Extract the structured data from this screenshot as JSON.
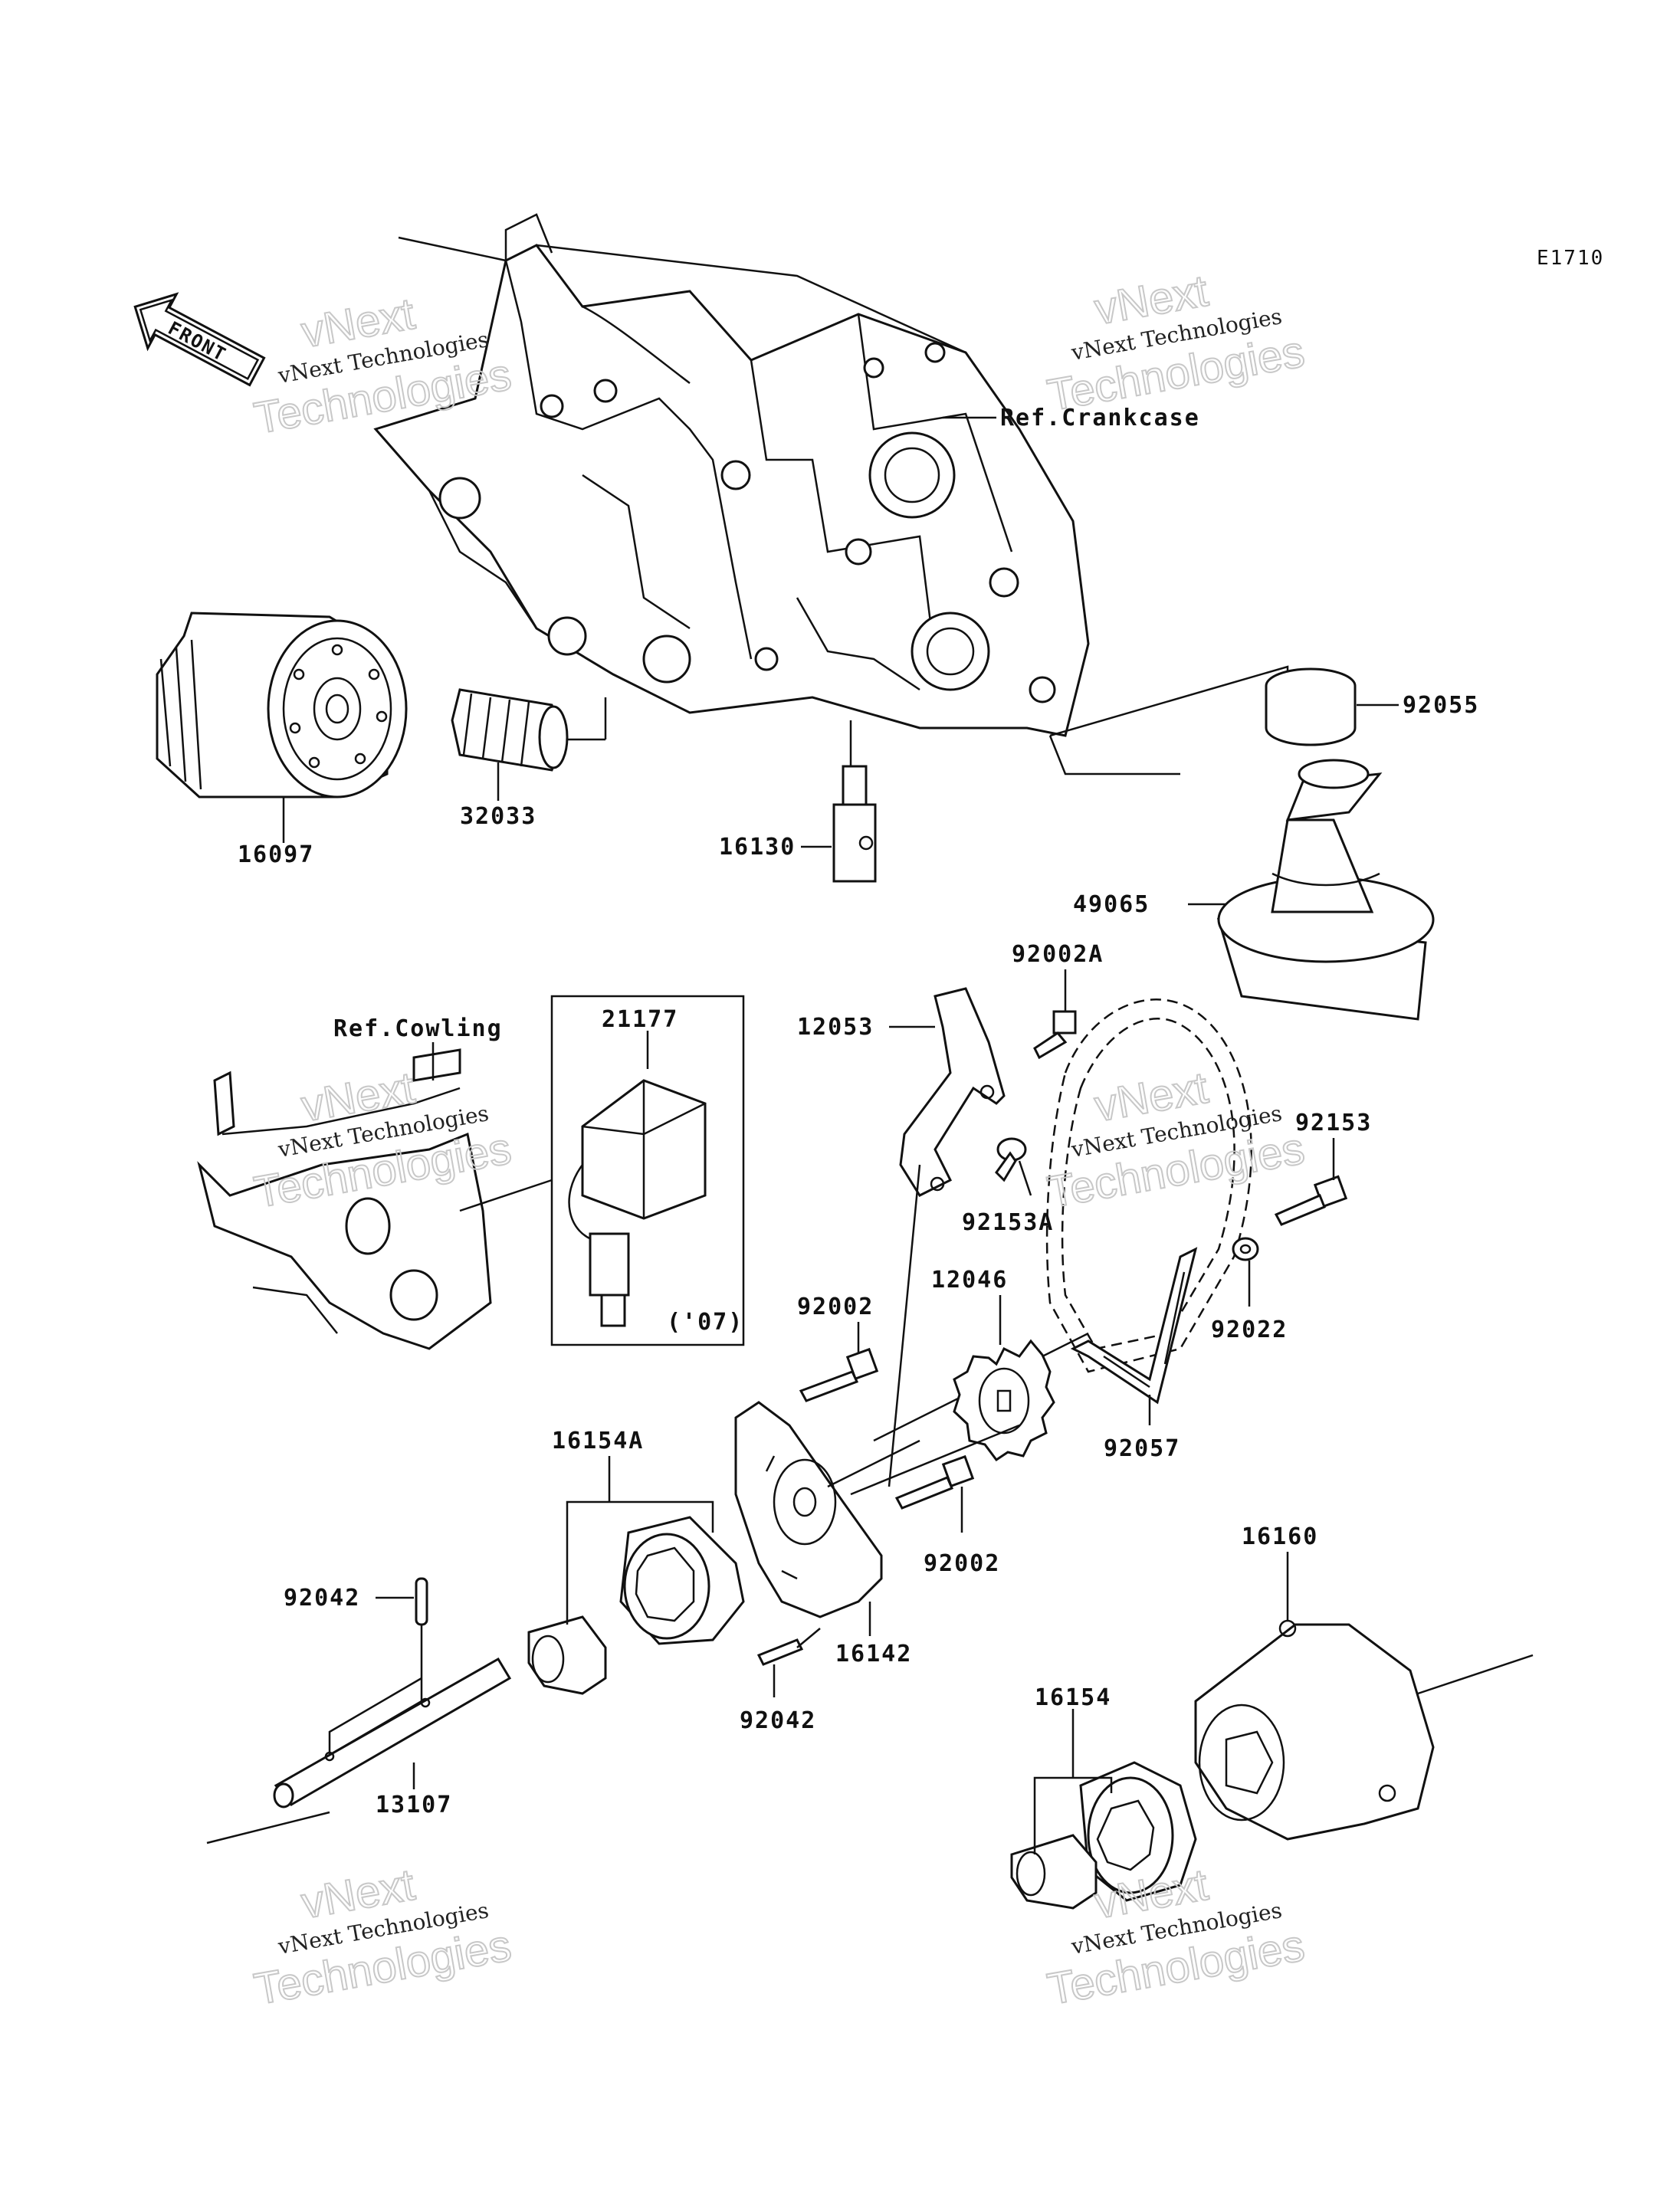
{
  "diagram_code": "E1710",
  "front_label": "FRONT",
  "watermark": {
    "line1": "vNext Technologies",
    "line2": "vNext",
    "line3": "Technologies"
  },
  "references": {
    "crankcase": "Ref.Crankcase",
    "cowling": "Ref.Cowling"
  },
  "inset_note": "('07)",
  "parts": [
    {
      "id": "p16097",
      "number": "16097"
    },
    {
      "id": "p32033",
      "number": "32033"
    },
    {
      "id": "p16130",
      "number": "16130"
    },
    {
      "id": "p92055",
      "number": "92055"
    },
    {
      "id": "p49065",
      "number": "49065"
    },
    {
      "id": "p21177",
      "number": "21177"
    },
    {
      "id": "p12053",
      "number": "12053"
    },
    {
      "id": "p92002A",
      "number": "92002A"
    },
    {
      "id": "p92153A",
      "number": "92153A"
    },
    {
      "id": "p92153",
      "number": "92153"
    },
    {
      "id": "p92022",
      "number": "92022"
    },
    {
      "id": "p12046",
      "number": "12046"
    },
    {
      "id": "p92002a",
      "number": "92002"
    },
    {
      "id": "p92057",
      "number": "92057"
    },
    {
      "id": "p16154A",
      "number": "16154A"
    },
    {
      "id": "p92002b",
      "number": "92002"
    },
    {
      "id": "p92042a",
      "number": "92042"
    },
    {
      "id": "p16142",
      "number": "16142"
    },
    {
      "id": "p92042b",
      "number": "92042"
    },
    {
      "id": "p13107",
      "number": "13107"
    },
    {
      "id": "p16160",
      "number": "16160"
    },
    {
      "id": "p16154",
      "number": "16154"
    }
  ]
}
